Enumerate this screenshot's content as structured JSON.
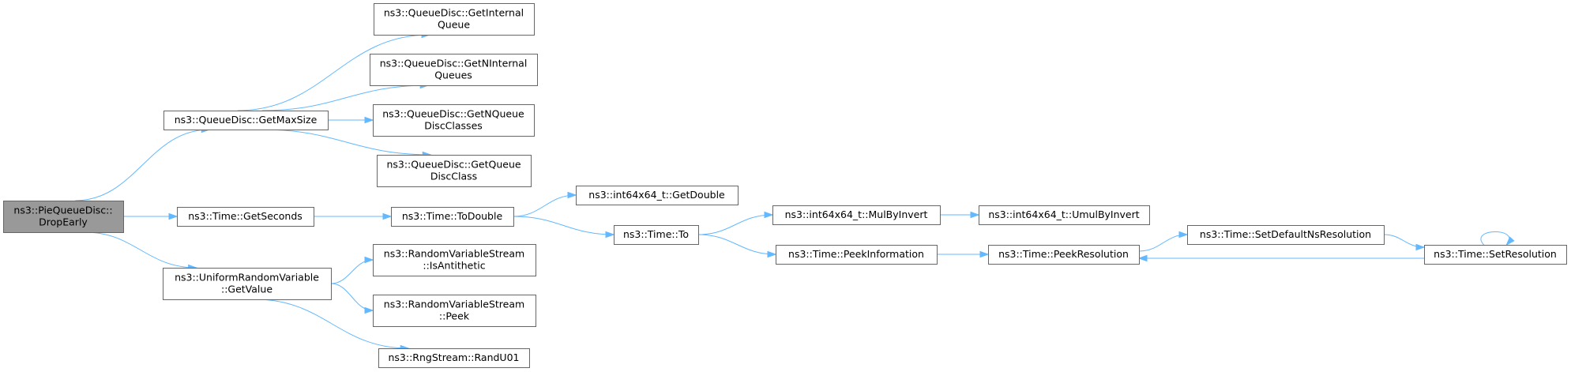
{
  "nodes": [
    {
      "id": "n0",
      "name": "node-pie-queue-disc-drop-early",
      "lines": [
        "ns3::PieQueueDisc::",
        "DropEarly"
      ],
      "root": true
    },
    {
      "id": "n1",
      "name": "node-queue-disc-get-max-size",
      "lines": [
        "ns3::QueueDisc::GetMaxSize"
      ]
    },
    {
      "id": "n2",
      "name": "node-time-get-seconds",
      "lines": [
        "ns3::Time::GetSeconds"
      ]
    },
    {
      "id": "n3",
      "name": "node-uniform-random-variable-get-value",
      "lines": [
        "ns3::UniformRandomVariable",
        "::GetValue"
      ]
    },
    {
      "id": "n4",
      "name": "node-queue-disc-get-internal-queue",
      "lines": [
        "ns3::QueueDisc::GetInternal",
        "Queue"
      ]
    },
    {
      "id": "n5",
      "name": "node-queue-disc-get-n-internal-queues",
      "lines": [
        "ns3::QueueDisc::GetNInternal",
        "Queues"
      ]
    },
    {
      "id": "n6",
      "name": "node-queue-disc-get-n-queue-disc-classes",
      "lines": [
        "ns3::QueueDisc::GetNQueue",
        "DiscClasses"
      ]
    },
    {
      "id": "n7",
      "name": "node-queue-disc-get-queue-disc-class",
      "lines": [
        "ns3::QueueDisc::GetQueue",
        "DiscClass"
      ]
    },
    {
      "id": "n8",
      "name": "node-time-to-double",
      "lines": [
        "ns3::Time::ToDouble"
      ]
    },
    {
      "id": "n9",
      "name": "node-random-variable-stream-is-antithetic",
      "lines": [
        "ns3::RandomVariableStream",
        "::IsAntithetic"
      ]
    },
    {
      "id": "n10",
      "name": "node-random-variable-stream-peek",
      "lines": [
        "ns3::RandomVariableStream",
        "::Peek"
      ]
    },
    {
      "id": "n11",
      "name": "node-rng-stream-rand-u01",
      "lines": [
        "ns3::RngStream::RandU01"
      ]
    },
    {
      "id": "n12",
      "name": "node-int64x64-get-double",
      "lines": [
        "ns3::int64x64_t::GetDouble"
      ]
    },
    {
      "id": "n13",
      "name": "node-time-to",
      "lines": [
        "ns3::Time::To"
      ]
    },
    {
      "id": "n14",
      "name": "node-int64x64-mul-by-invert",
      "lines": [
        "ns3::int64x64_t::MulByInvert"
      ]
    },
    {
      "id": "n15",
      "name": "node-time-peek-information",
      "lines": [
        "ns3::Time::PeekInformation"
      ]
    },
    {
      "id": "n16",
      "name": "node-int64x64-umul-by-invert",
      "lines": [
        "ns3::int64x64_t::UmulByInvert"
      ]
    },
    {
      "id": "n17",
      "name": "node-time-peek-resolution",
      "lines": [
        "ns3::Time::PeekResolution"
      ]
    },
    {
      "id": "n18",
      "name": "node-time-set-default-ns-resolution",
      "lines": [
        "ns3::Time::SetDefaultNsResolution"
      ]
    },
    {
      "id": "n19",
      "name": "node-time-set-resolution",
      "lines": [
        "ns3::Time::SetResolution"
      ]
    }
  ],
  "edges": [
    {
      "from": "n0",
      "to": "n1"
    },
    {
      "from": "n0",
      "to": "n2"
    },
    {
      "from": "n0",
      "to": "n3"
    },
    {
      "from": "n1",
      "to": "n4"
    },
    {
      "from": "n1",
      "to": "n5"
    },
    {
      "from": "n1",
      "to": "n6"
    },
    {
      "from": "n1",
      "to": "n7"
    },
    {
      "from": "n2",
      "to": "n8"
    },
    {
      "from": "n3",
      "to": "n9"
    },
    {
      "from": "n3",
      "to": "n10"
    },
    {
      "from": "n3",
      "to": "n11"
    },
    {
      "from": "n8",
      "to": "n12"
    },
    {
      "from": "n8",
      "to": "n13"
    },
    {
      "from": "n13",
      "to": "n14"
    },
    {
      "from": "n13",
      "to": "n15"
    },
    {
      "from": "n14",
      "to": "n16"
    },
    {
      "from": "n15",
      "to": "n17"
    },
    {
      "from": "n17",
      "to": "n18"
    },
    {
      "from": "n18",
      "to": "n19"
    },
    {
      "from": "n19",
      "to": "n17"
    },
    {
      "from": "n19",
      "to": "n19"
    }
  ],
  "colors": {
    "edge": "#63b8ff",
    "root_fill": "#999999",
    "node_fill": "#ffffff",
    "node_border": "#666666"
  }
}
